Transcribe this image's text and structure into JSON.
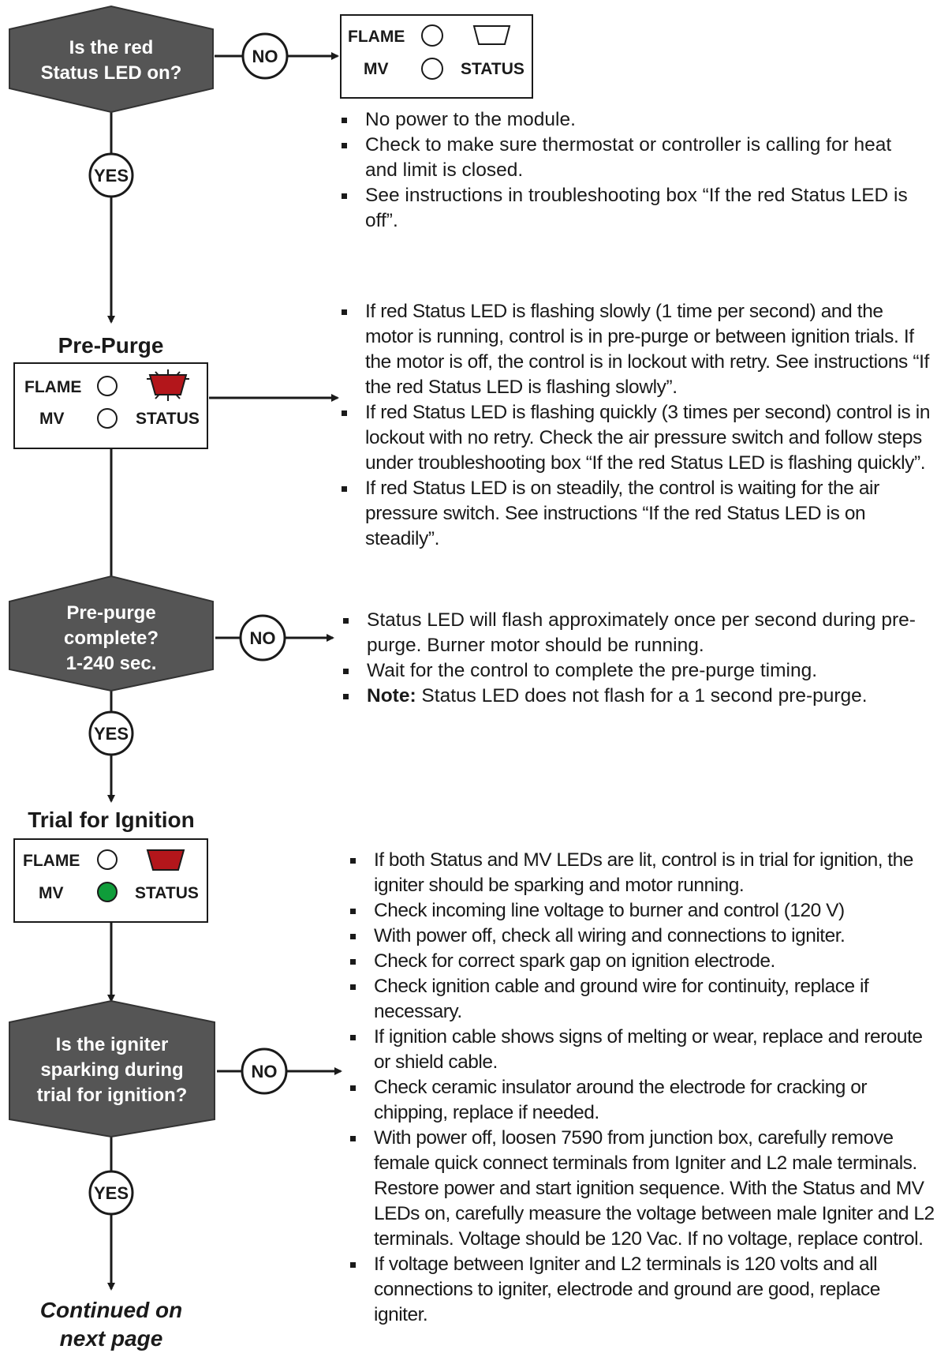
{
  "colors": {
    "hexagon": "#555555",
    "status_led_red": "#b3161b",
    "mv_led_green": "#0f9d3a",
    "line": "#1a1a1a"
  },
  "decisions": {
    "red_status_led": {
      "lines": [
        "Is the red",
        "Status LED on?"
      ]
    },
    "prepurge_complete": {
      "lines": [
        "Pre-purge",
        "complete?",
        "1-240 sec."
      ]
    },
    "igniter_sparking": {
      "lines": [
        "Is the igniter",
        "sparking during",
        "trial for ignition?"
      ]
    }
  },
  "labels": {
    "yes": "YES",
    "no": "NO"
  },
  "panels": {
    "off_state": {
      "flame": "FLAME",
      "mv": "MV",
      "status": "STATUS",
      "flame_led": "off",
      "mv_led": "off",
      "status_led": "off"
    },
    "pre_purge": {
      "title": "Pre-Purge",
      "flame": "FLAME",
      "mv": "MV",
      "status": "STATUS",
      "flame_led": "off",
      "mv_led": "off",
      "status_led": "flashing red"
    },
    "trial_for_ignition": {
      "title": "Trial for Ignition",
      "flame": "FLAME",
      "mv": "MV",
      "status": "STATUS",
      "flame_led": "off",
      "mv_led": "green",
      "status_led": "red"
    }
  },
  "notes": {
    "no_power": [
      "No power to the module.",
      "Check to make sure thermostat or controller is calling for heat and limit is closed.",
      "See instructions in troubleshooting box  “If the red Status LED is off”."
    ],
    "pre_purge": [
      "If red Status LED is flashing slowly (1 time per second) and the motor is running, control is in pre-purge or between ignition trials. If the motor is off, the control is in lockout with retry. See instructions “If the red Status LED is flashing slowly”.",
      "If red Status LED is flashing quickly (3 times per second) control is in lockout with no retry.  Check the air pressure switch and follow steps under troubleshooting box “If the red Status LED is flashing quickly”.",
      "If red Status LED is on steadily, the control is waiting for the air pressure switch.  See instructions “If the red Status LED is on steadily”."
    ],
    "prepurge_wait": [
      "Status LED will flash approximately once per second during pre-purge.  Burner motor should be running.",
      "Wait for the control to complete the pre-purge timing."
    ],
    "prepurge_note_label": "Note:",
    "prepurge_note_text": " Status LED does not flash for a 1 second pre-purge.",
    "igniter": [
      "If both Status and MV LEDs are lit, control is in trial for ignition, the igniter should be sparking and motor running.",
      "Check incoming line voltage to burner and control (120 V)",
      "With power off, check all wiring and connections to igniter.",
      "Check for correct spark gap on ignition electrode.",
      "Check ignition cable and ground wire for continuity, replace if necessary.",
      "If ignition cable shows signs of melting or wear, replace and reroute or shield cable.",
      "Check ceramic insulator around the electrode for cracking or chipping, replace if needed.",
      "With power off, loosen 7590 from junction box, carefully remove female quick connect terminals from Igniter and L2 male terminals.  Restore power and start ignition sequence.  With the Status and MV LEDs on, carefully measure the voltage between male Igniter and L2 terminals.  Voltage should be 120 Vac.  If no voltage, replace control.",
      "If voltage between Igniter and L2 terminals is 120 volts and all connections to igniter, electrode and ground are good, replace igniter."
    ]
  },
  "continued": [
    "Continued on",
    "next page"
  ]
}
